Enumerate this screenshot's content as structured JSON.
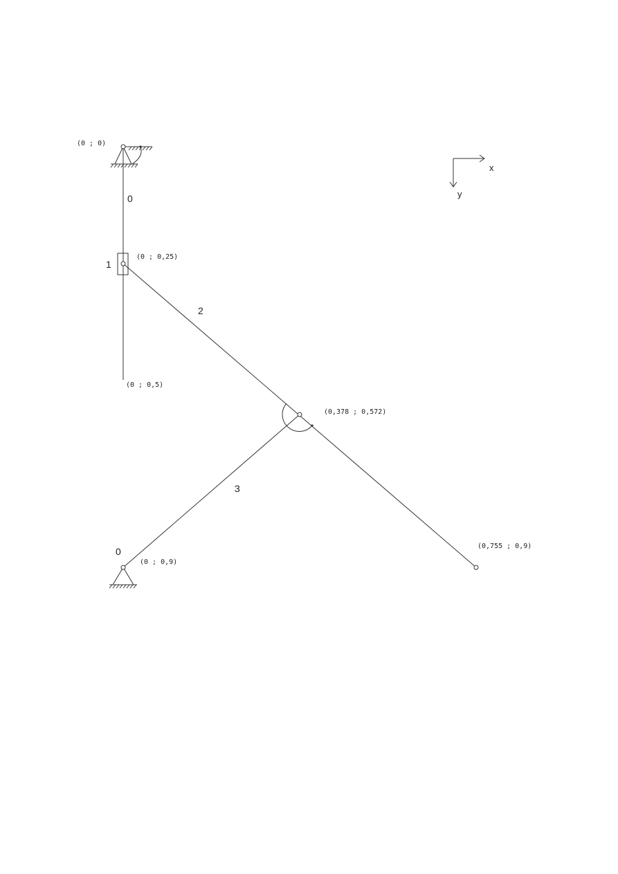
{
  "labels": {
    "origin": "(0 ; 0)",
    "slider_point": "(0 ; 0,25)",
    "guide_end": "(0 ; 0,5)",
    "joint": "(0,378 ; 0,572)",
    "ground_b": "(0 ; 0,9)",
    "link2_end": "(0,755 ; 0,9)"
  },
  "link_numbers": {
    "ground_top": "0",
    "slider": "1",
    "link2": "2",
    "link3": "3",
    "ground_bottom": "0"
  },
  "axes": {
    "x": "x",
    "y": "y"
  }
}
